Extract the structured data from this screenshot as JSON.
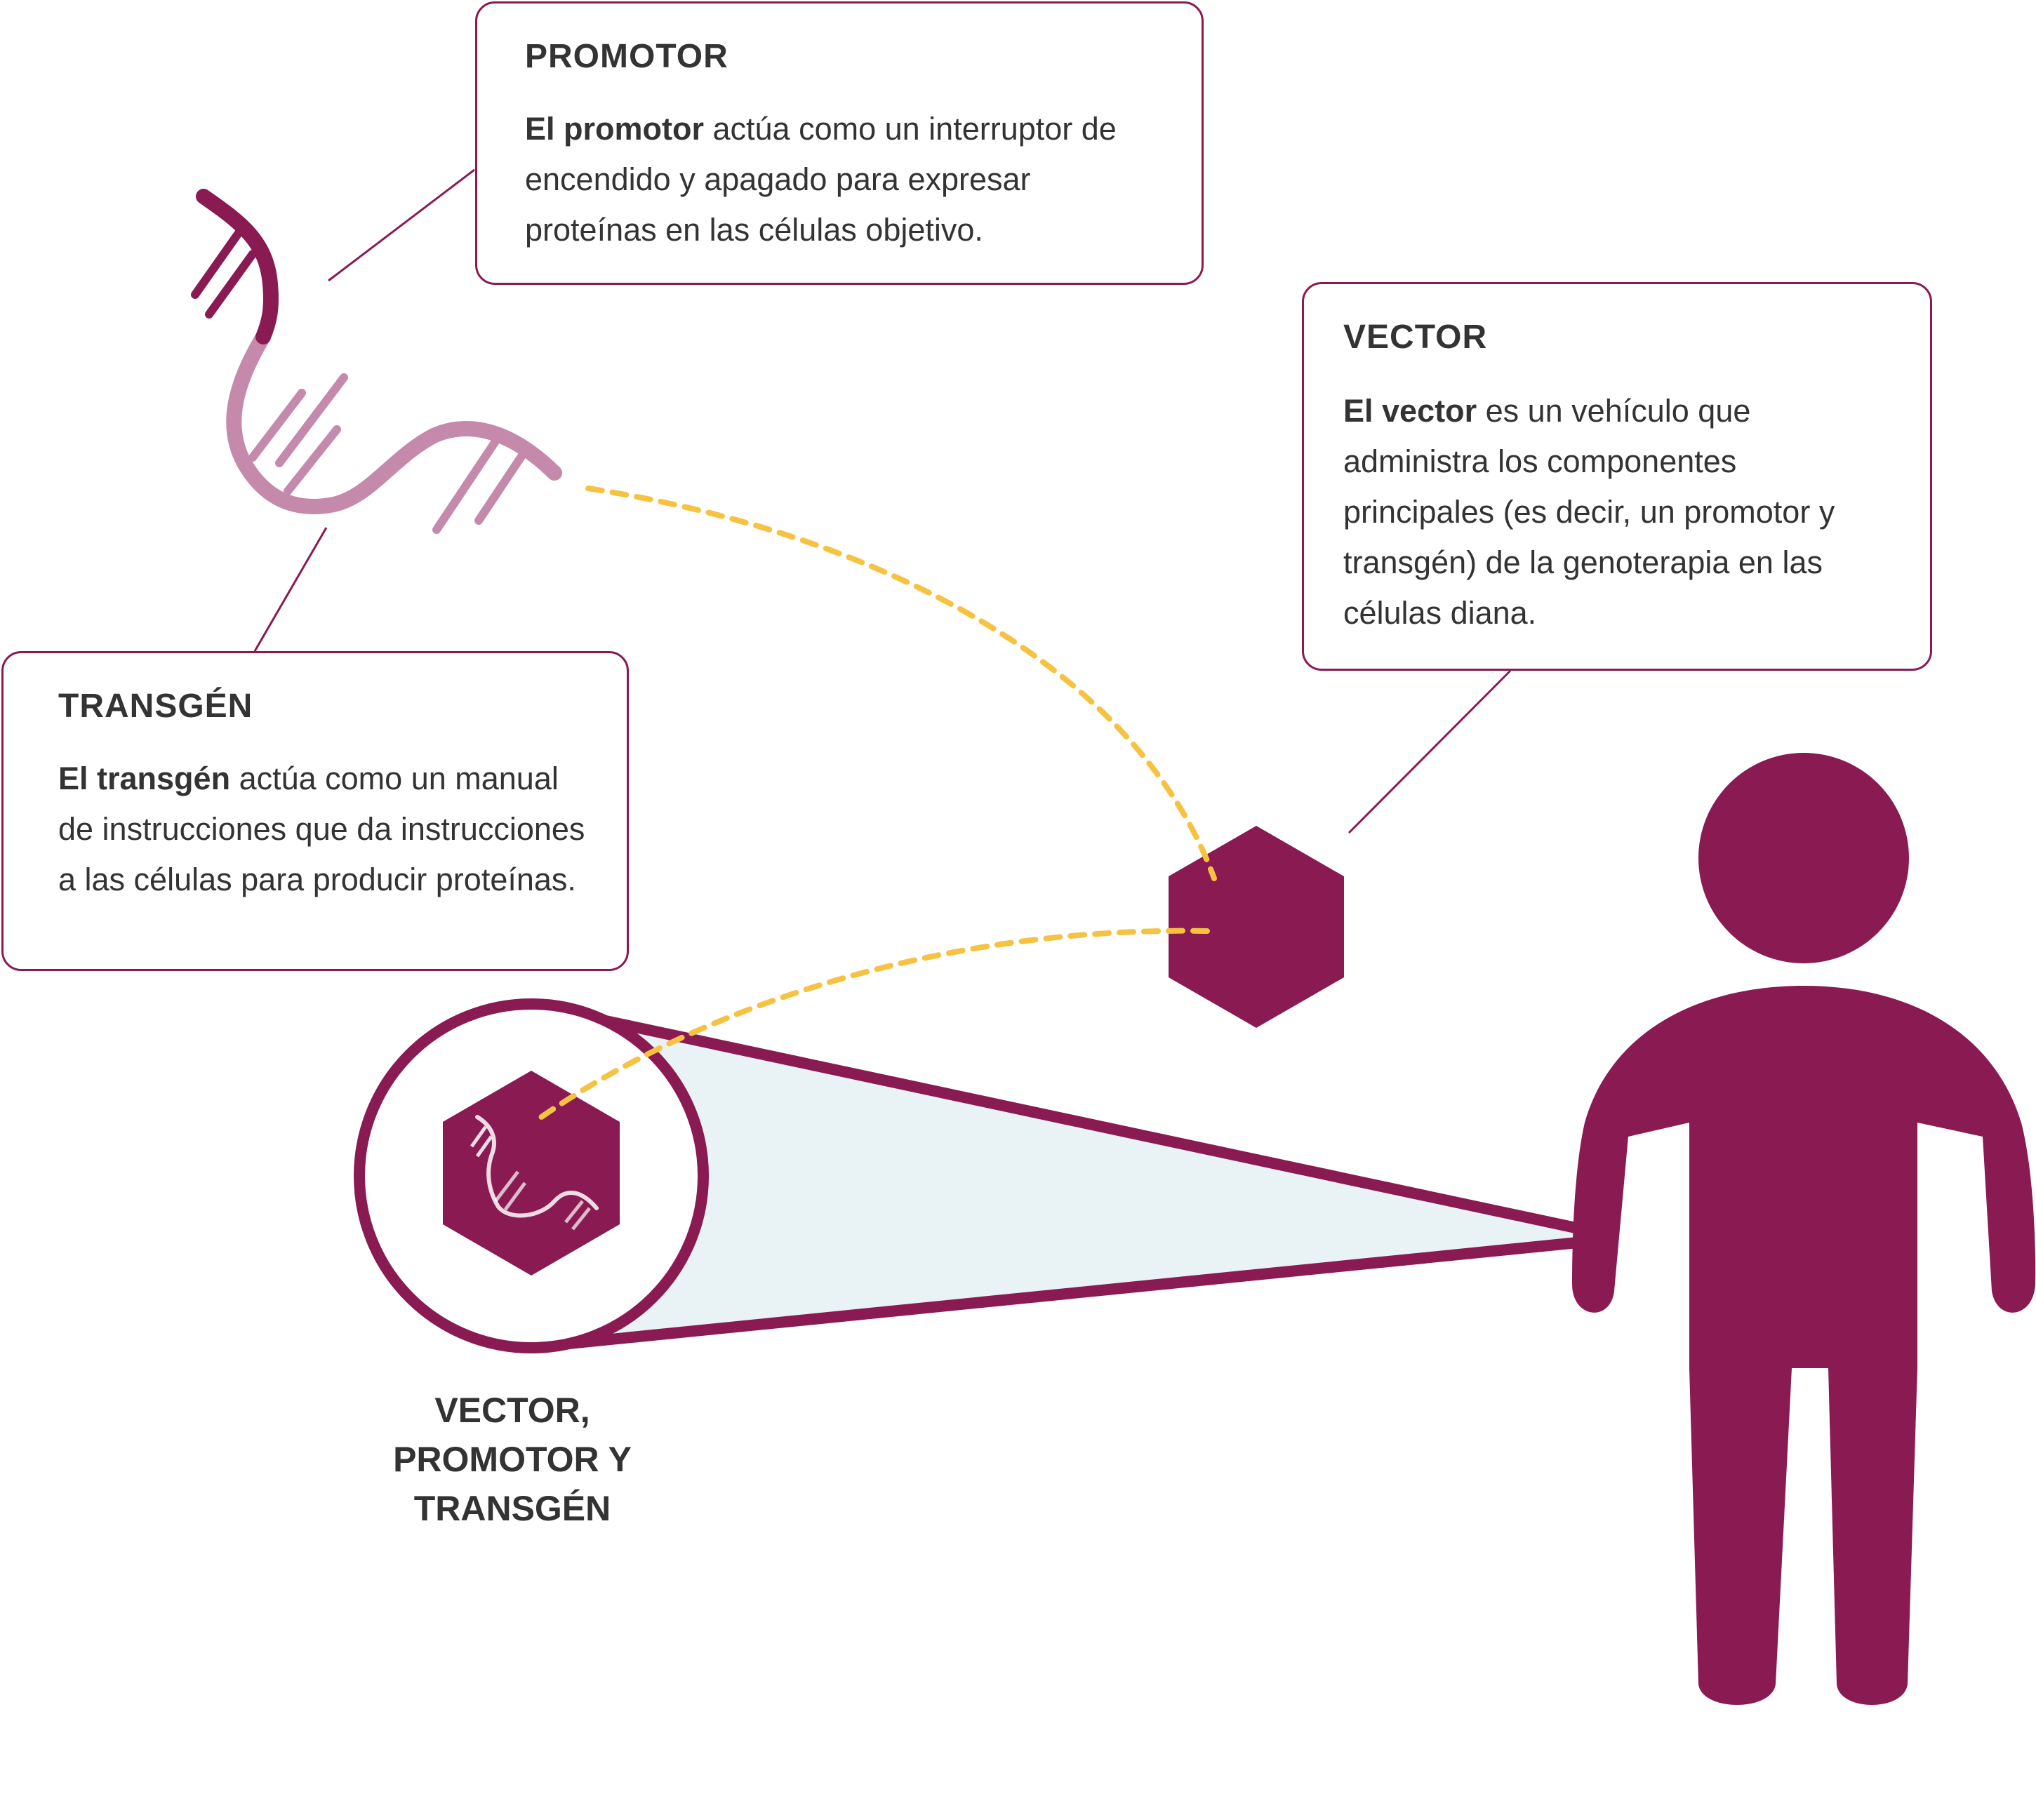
{
  "colors": {
    "primary": "#8a1a52",
    "light_strand": "#c58aab",
    "dashed_path": "#f5c242",
    "magnifier_fill": "#e9f2f4",
    "text": "#333333"
  },
  "callouts": {
    "promotor": {
      "title": "PROMOTOR",
      "bold_lead": "El promotor",
      "body": " actúa como un interruptor de encendido y apagado para expresar proteínas en las células objetivo."
    },
    "vector": {
      "title": "VECTOR",
      "bold_lead": "El vector",
      "body": " es un vehículo que administra los componentes principales (es decir, un promotor y transgén) de la genoterapia en las células diana."
    },
    "transgen": {
      "title": "TRANSGÉN",
      "bold_lead": "El transgén",
      "body": " actúa como un manual de instrucciones que da instrucciones a las células para producir proteínas."
    }
  },
  "combined_label": {
    "line1": "VECTOR,",
    "line2": "PROMOTOR Y",
    "line3": "TRANSGÉN"
  },
  "icons": [
    "dna-strand-icon",
    "vector-hexagon-icon",
    "person-icon",
    "magnifier-icon"
  ]
}
